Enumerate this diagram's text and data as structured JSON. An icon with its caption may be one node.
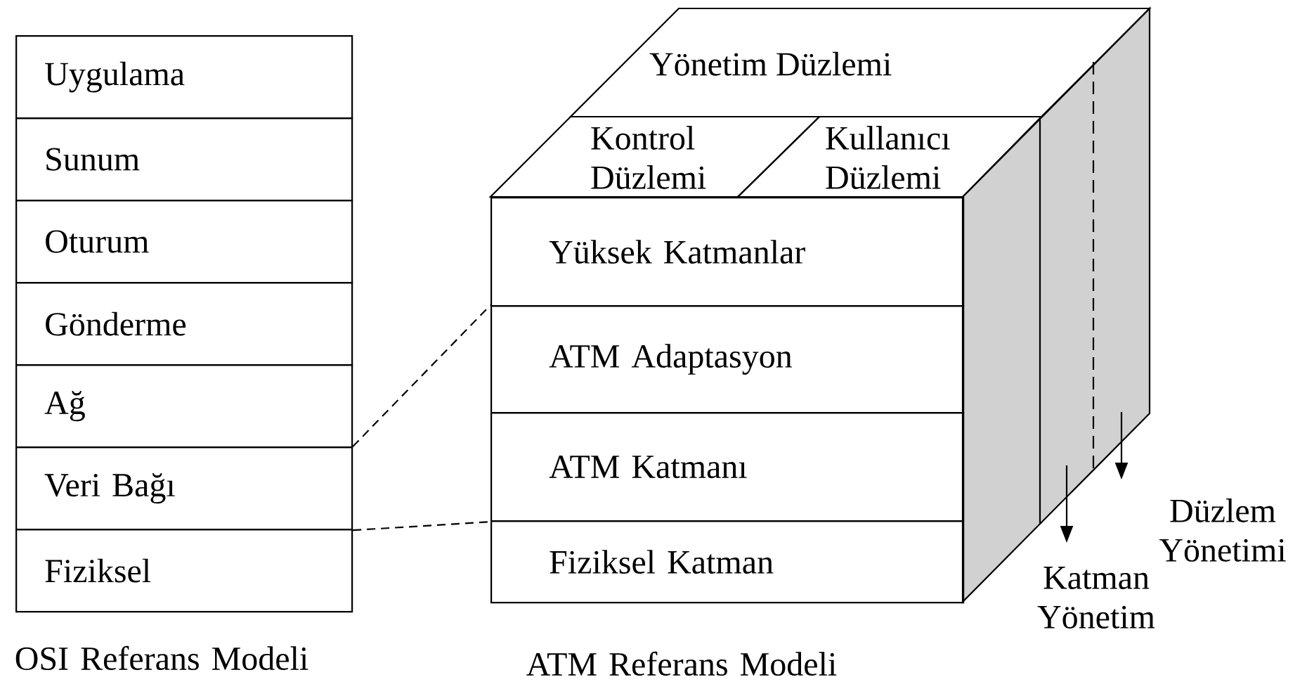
{
  "diagram": {
    "nodes": [
      {
        "text": [
          "Uygulama"
        ]
      },
      {
        "text": [
          "Sunum"
        ]
      },
      {
        "text": [
          "Oturum"
        ]
      },
      {
        "text": [
          "Gönderme"
        ]
      },
      {
        "text": [
          "Ağ"
        ]
      },
      {
        "text": [
          "Veri Bağı"
        ]
      },
      {
        "text": [
          "Fiziksel"
        ]
      },
      {
        "text": [
          "Yönetim Düzlemi"
        ]
      },
      {
        "text": [
          "Kontrol Düzlemi"
        ]
      },
      {
        "text": [
          "Kullanıcı Düzlemi"
        ]
      },
      {
        "text": [
          "Yüksek Katmanlar"
        ]
      },
      {
        "text": [
          "ATM Adaptasyon"
        ]
      },
      {
        "text": [
          "ATM Katmanı"
        ]
      },
      {
        "text": [
          "Fiziksel Katman"
        ]
      }
    ],
    "edges": [
      {
        "from": 5,
        "to": 11,
        "arrow": "none",
        "style": "dashed"
      },
      {
        "from": 5,
        "to": 12,
        "arrow": "none",
        "style": "dashed"
      }
    ],
    "labels": [
      "Düzlem Yönetimi",
      "Katman Yönetim",
      "OSI Referans Modeli",
      "ATM Referans Modeli"
    ]
  }
}
